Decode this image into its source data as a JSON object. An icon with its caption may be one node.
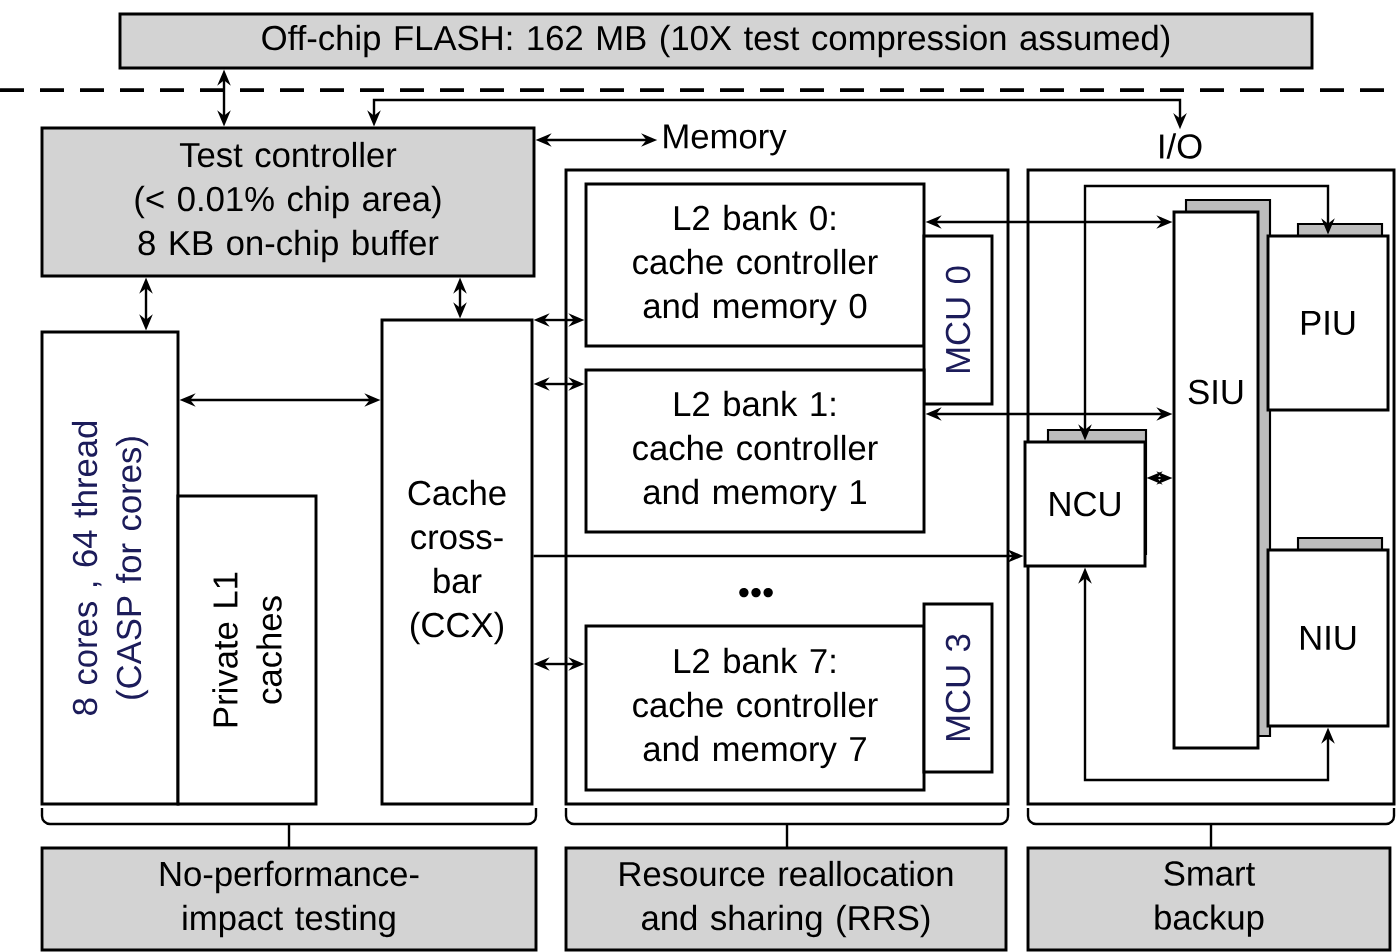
{
  "diagram": {
    "nodes": [
      {
        "text": [
          "Off-chip FLASH: 162 MB (10X test compression assumed)"
        ]
      },
      {
        "text": [
          "Test controller",
          "(< 0.01% chip area)",
          "8 KB on-chip buffer"
        ]
      },
      {
        "text": [
          "Memory"
        ]
      },
      {
        "text": [
          "I/O"
        ]
      },
      {
        "text": [
          "8 cores , 64 thread (CASP for cores)"
        ]
      },
      {
        "text": [
          "Private L1 caches"
        ]
      },
      {
        "text": [
          "Cache cross- bar (CCX)"
        ]
      },
      {
        "text": [
          "L2 bank 0:",
          "cache controller and memory 0"
        ],
        "in": 2
      },
      {
        "text": [
          "MCU 0"
        ],
        "in": 2
      },
      {
        "text": [
          "L2 bank 1:",
          "cache controller and memory 1"
        ],
        "in": 2
      },
      {
        "text": [
          "L2 bank 7:",
          "cache controller and memory 7"
        ],
        "in": 2
      },
      {
        "text": [
          "MCU 3"
        ],
        "in": 2
      },
      {
        "text": [
          "NCU"
        ],
        "in": 3
      },
      {
        "text": [
          "SIU"
        ],
        "in": 3
      },
      {
        "text": [
          "PIU"
        ],
        "in": 3
      },
      {
        "text": [
          "NIU"
        ],
        "in": 3
      },
      {
        "text": [
          "No-performance-impact testing"
        ]
      },
      {
        "text": [
          "Resource reallocation and sharing (RRS)"
        ]
      },
      {
        "text": [
          "Smart backup"
        ]
      }
    ],
    "edges": [
      {
        "from": 0,
        "to": 1,
        "arrow": "both"
      },
      {
        "from": 1,
        "to": 2,
        "arrow": "both"
      },
      {
        "from": 1,
        "to": 3,
        "arrow": "both"
      },
      {
        "from": 1,
        "to": 4,
        "arrow": "both"
      },
      {
        "from": 1,
        "to": 6,
        "arrow": "both"
      },
      {
        "from": 4,
        "to": 6,
        "arrow": "both"
      },
      {
        "from": 6,
        "to": 7,
        "arrow": "both"
      },
      {
        "from": 6,
        "to": 9,
        "arrow": "both"
      },
      {
        "from": 6,
        "to": 10,
        "arrow": "both"
      },
      {
        "from": 6,
        "to": 12,
        "arrow": "to"
      },
      {
        "from": 7,
        "to": 13,
        "arrow": "both"
      },
      {
        "from": 9,
        "to": 13,
        "arrow": "both"
      },
      {
        "from": 12,
        "to": 13,
        "arrow": "both"
      },
      {
        "from": 12,
        "to": 14,
        "arrow": "both"
      },
      {
        "from": 12,
        "to": 15,
        "arrow": "both"
      }
    ],
    "labels": [
      "•••"
    ]
  }
}
